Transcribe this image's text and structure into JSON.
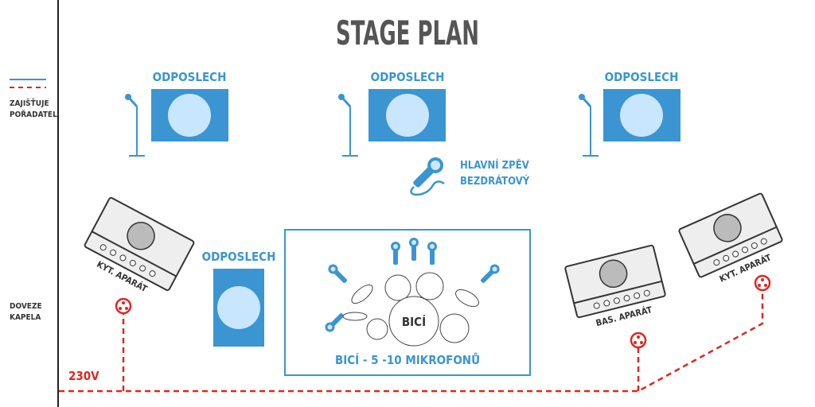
{
  "title": "STAGE PLAN",
  "legend": {
    "organizer_label": "ZAJIŠŤUJE POŘADATEL",
    "organizer_line1": "ZAJIŠŤUJE",
    "organizer_line2": "POŘADATEL",
    "band_label": "DOVEZE KAPELA",
    "band_line1": "DOVEZE",
    "band_line2": "KAPELA"
  },
  "monitors": [
    {
      "label": "ODPOSLECH"
    },
    {
      "label": "ODPOSLECH"
    },
    {
      "label": "ODPOSLECH"
    },
    {
      "label": "ODPOSLECH"
    }
  ],
  "lead_vocal": {
    "line1": "HLAVNÍ ZPĚV",
    "line2": "BEZDRÁTOVÝ"
  },
  "drums": {
    "kit_label": "BICÍ",
    "caption": "BICÍ - 5 -10 MIKROFONŮ"
  },
  "amps": {
    "guitar_left": "KYT. APARÁT",
    "bass": "BAS. APARÁT",
    "guitar_right": "KYT. APARÁT"
  },
  "power": {
    "label": "230V"
  },
  "colors": {
    "organizer": "#3a95d2",
    "band": "#e42420",
    "text": "#555555"
  }
}
